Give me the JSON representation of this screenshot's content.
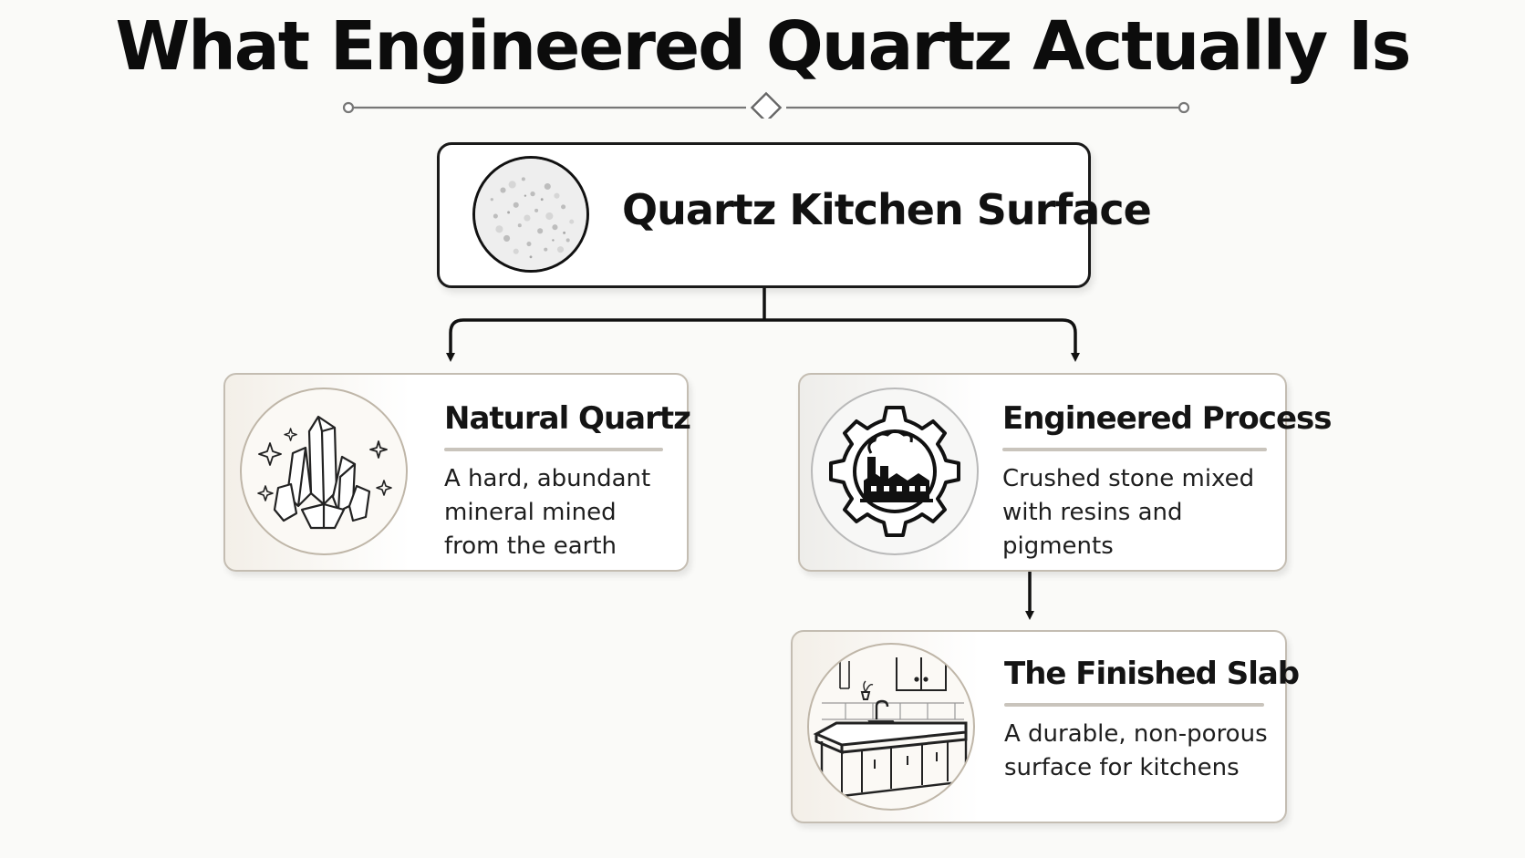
{
  "title": "What Engineered Quartz Actually Is",
  "colors": {
    "ink": "#111111",
    "card_border": "#c4bdb2",
    "rule": "#c9c4bc",
    "divider": "#777777"
  },
  "top_node": {
    "label": "Quartz Kitchen Surface",
    "icon": "speckled-quartz-disc-icon"
  },
  "nodes": [
    {
      "title": "Natural Quartz",
      "desc_lines": [
        "A hard, abundant",
        "mineral mined",
        "from the earth"
      ],
      "icon": "crystal-cluster-icon"
    },
    {
      "title": "Engineered Process",
      "desc_lines": [
        "Crushed stone mixed",
        "with resins and",
        "pigments"
      ],
      "icon": "factory-gear-icon"
    },
    {
      "title": "The Finished Slab",
      "desc_lines": [
        "A durable, non-porous",
        "surface for kitchens"
      ],
      "icon": "kitchen-counter-icon"
    }
  ]
}
